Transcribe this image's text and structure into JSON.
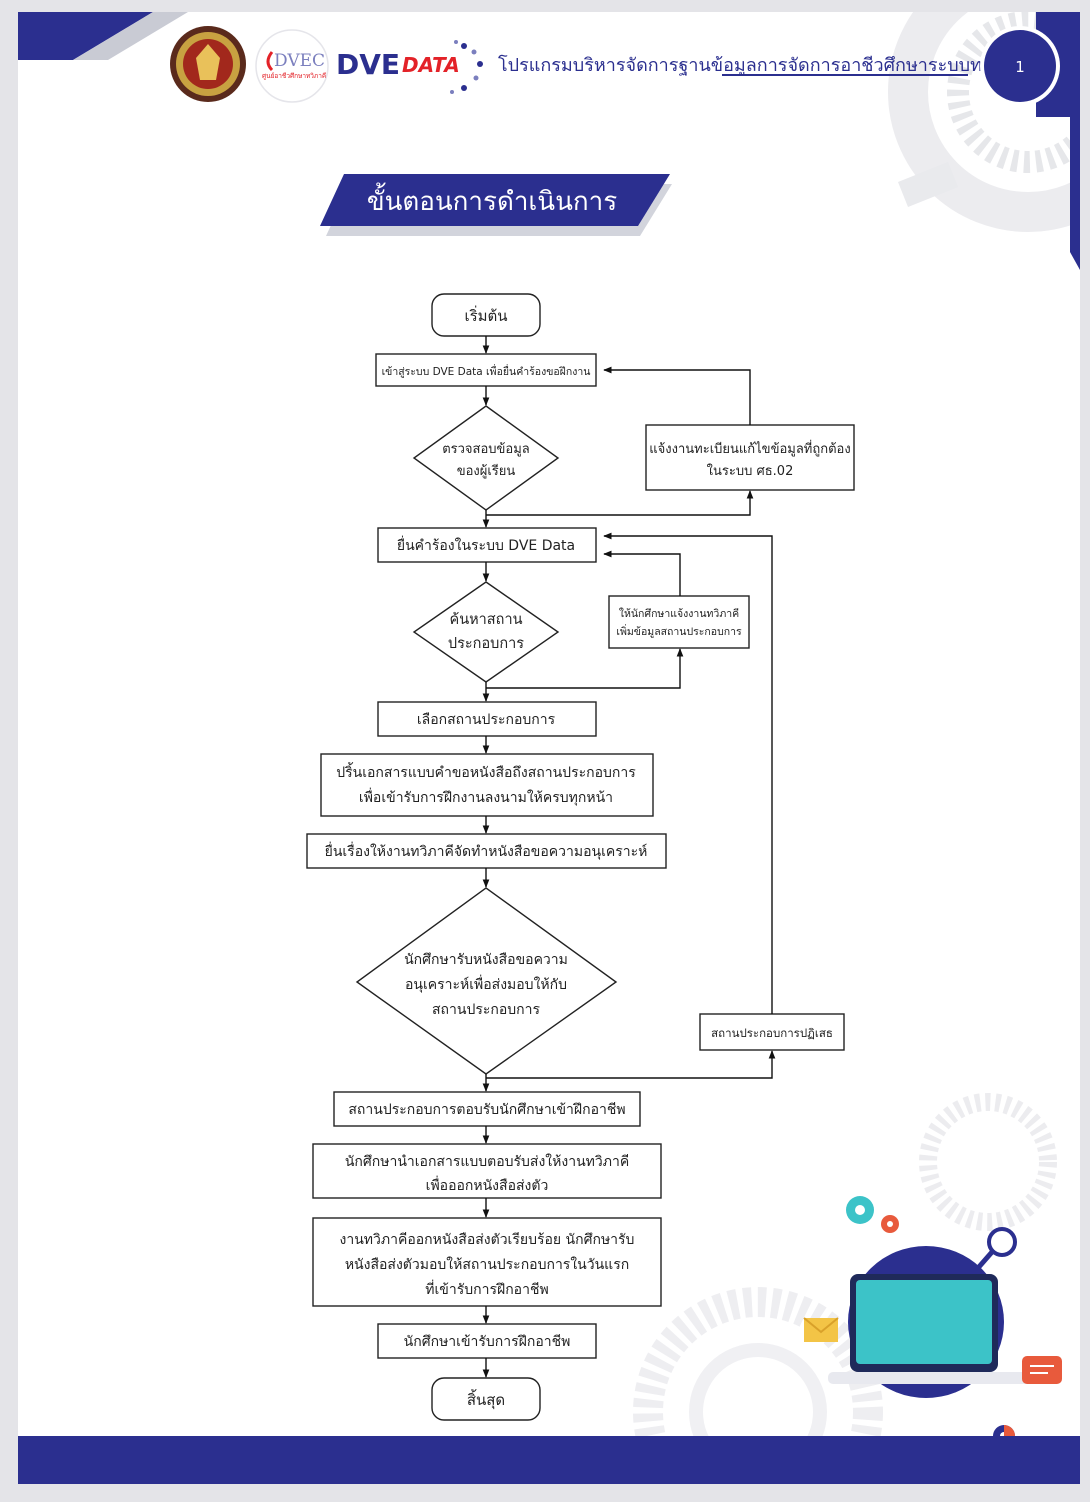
{
  "header": {
    "program_title": "โปรแกรมบริหารจัดการฐานข้อมูลการจัดการอาชีวศึกษาระบบทวิภาคี",
    "logo_dvec_text": "DVEC",
    "logo_dvec_sub": "ศูนย์อาชีวศึกษาทวิภาคี",
    "logo_dve": "DVE",
    "logo_data": "DATA",
    "page_number": "1"
  },
  "section_title": "ขั้นตอนการดำเนินการ",
  "flowchart": {
    "start": "เริ่มต้น",
    "login": "เข้าสู่ระบบ DVE Data เพื่อยื่นคำร้องขอฝึกงาน",
    "check_line1": "ตรวจสอบข้อมูล",
    "check_line2": "ของผู้เรียน",
    "notify_line1": "แจ้งงานทะเบียนแก้ไขข้อมูลที่ถูกต้อง",
    "notify_line2": "ในระบบ ศธ.02",
    "submit": "ยื่นคำร้องในระบบ DVE Data",
    "search_line1": "ค้นหาสถาน",
    "search_line2": "ประกอบการ",
    "add_line1": "ให้นักศึกษาแจ้งงานทวิภาคี",
    "add_line2": "เพิ่มข้อมูลสถานประกอบการ",
    "select": "เลือกสถานประกอบการ",
    "print_line1": "ปริ้นเอกสารแบบคำขอหนังสือถึงสถานประกอบการ",
    "print_line2": "เพื่อเข้ารับการฝึกงานลงนามให้ครบทุกหน้า",
    "request": "ยื่นเรื่องให้งานทวิภาคีจัดทำหนังสือขอความอนุเคราะห์",
    "receive_line1": "นักศึกษารับหนังสือขอความ",
    "receive_line2": "อนุเคราะห์เพื่อส่งมอบให้กับ",
    "receive_line3": "สถานประกอบการ",
    "reject": "สถานประกอบการปฏิเสธ",
    "accept": "สถานประกอบการตอบรับนักศึกษาเข้าฝึกอาชีพ",
    "send_line1": "นักศึกษานำเอกสารแบบตอบรับส่งให้งานทวิภาคี",
    "send_line2": "เพื่อออกหนังสือส่งตัว",
    "issue_line1": "งานทวิภาคีออกหนังสือส่งตัวเรียบร้อย นักศึกษารับ",
    "issue_line2": "หนังสือส่งตัวมอบให้สถานประกอบการในวันแรก",
    "issue_line3": "ที่เข้ารับการฝึกอาชีพ",
    "train": "นักศึกษาเข้ารับการฝึกอาชีพ",
    "end": "สิ้นสุด"
  },
  "colors": {
    "navy": "#2b2f8f",
    "teal": "#3cc3c8",
    "gray_deco": "#e6e7ea",
    "accent_red": "#e32228"
  }
}
